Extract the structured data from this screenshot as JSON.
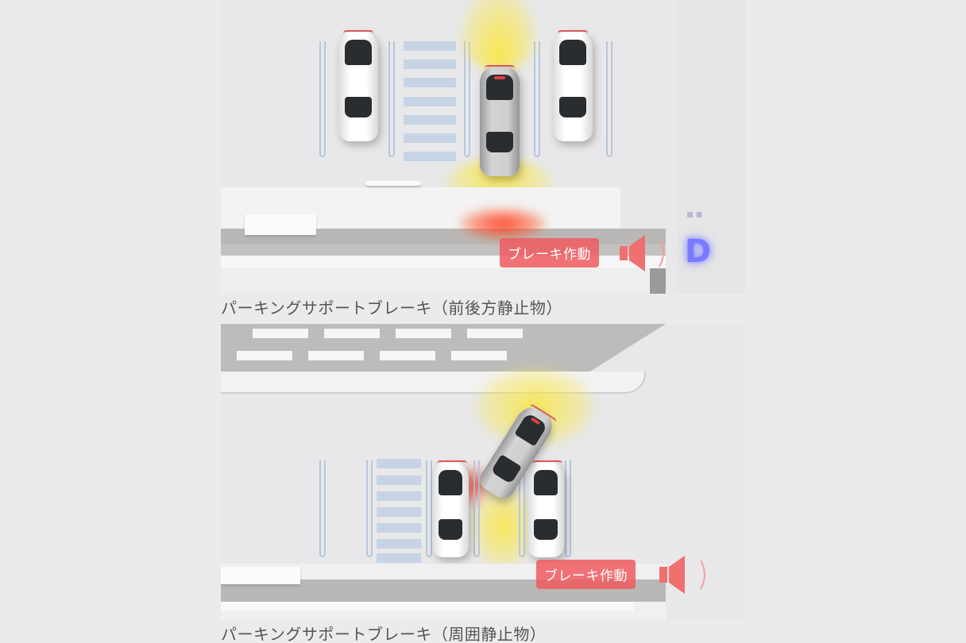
{
  "panels": [
    {
      "caption": "パーキングサポートブレーキ（前後方静止物）",
      "brake_badge": "ブレーキ作動",
      "gear_indicator": "D",
      "gear_indicator_dots": "▪▪",
      "speaker_icon": "speaker-icon",
      "colors": {
        "badge": "#f05a5f",
        "sensor_warn": "#f4e63c",
        "sensor_alert": "#ff3b1f",
        "gear": "#7a7aff"
      }
    },
    {
      "caption": "パーキングサポートブレーキ（周囲静止物）",
      "brake_badge": "ブレーキ作動",
      "speaker_icon": "speaker-icon",
      "colors": {
        "badge": "#f05a5f",
        "sensor_warn": "#f4e63c",
        "sensor_alert": "#ff3b1f"
      }
    }
  ]
}
